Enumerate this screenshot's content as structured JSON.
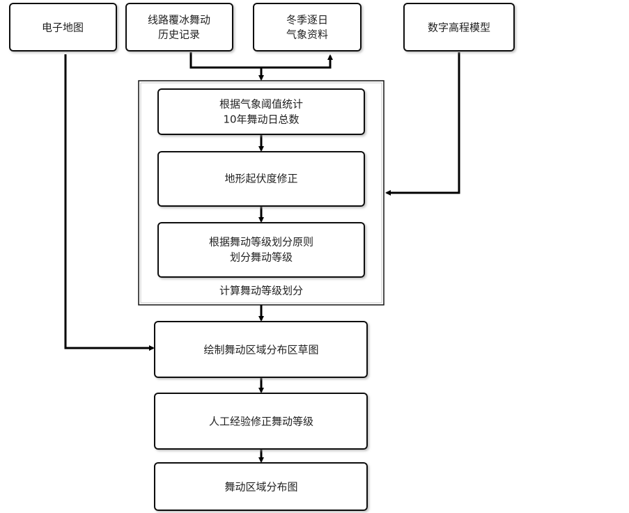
{
  "nodes": {
    "emap": {
      "lines": [
        "电子地图"
      ]
    },
    "history": {
      "lines": [
        "线路覆冰舞动",
        "历史记录"
      ]
    },
    "weather": {
      "lines": [
        "冬季逐日",
        "气象资料"
      ]
    },
    "dem": {
      "lines": [
        "数字高程模型"
      ]
    },
    "step1": {
      "lines": [
        "根据气象阈值统计",
        "10年舞动日总数"
      ]
    },
    "step2": {
      "lines": [
        "地形起伏度修正"
      ]
    },
    "step3": {
      "lines": [
        "根据舞动等级划分原则",
        "划分舞动等级"
      ]
    },
    "group_label": "计算舞动等级划分",
    "step4": {
      "lines": [
        "绘制舞动区域分布区草图"
      ]
    },
    "step5": {
      "lines": [
        "人工经验修正舞动等级"
      ]
    },
    "step6": {
      "lines": [
        "舞动区域分布图"
      ]
    }
  }
}
